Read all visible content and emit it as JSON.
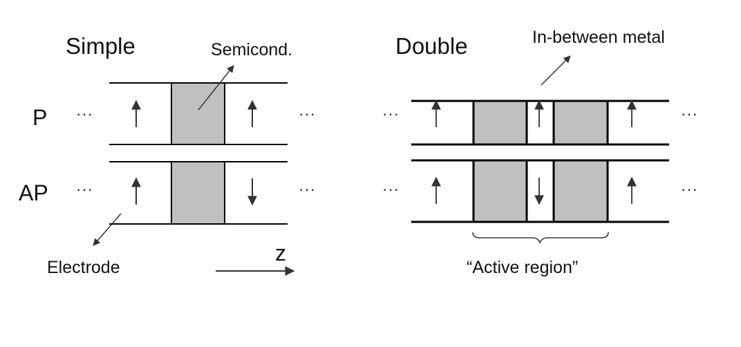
{
  "titles": {
    "simple": "Simple",
    "double": "Double"
  },
  "rows": {
    "parallel": "P",
    "antiparallel": "AP"
  },
  "labels": {
    "semiconductor": "Semicond.",
    "in_between_metal": "In-between metal",
    "electrode": "Electrode",
    "axis": "z",
    "active_region": "“Active region”"
  },
  "ellipsis": "···",
  "colors": {
    "barrier_fill": "#c0c0c0",
    "line": "#000000",
    "arrow": "#333333"
  },
  "icons": {
    "up": "arrow-up-icon",
    "down": "arrow-down-icon"
  }
}
